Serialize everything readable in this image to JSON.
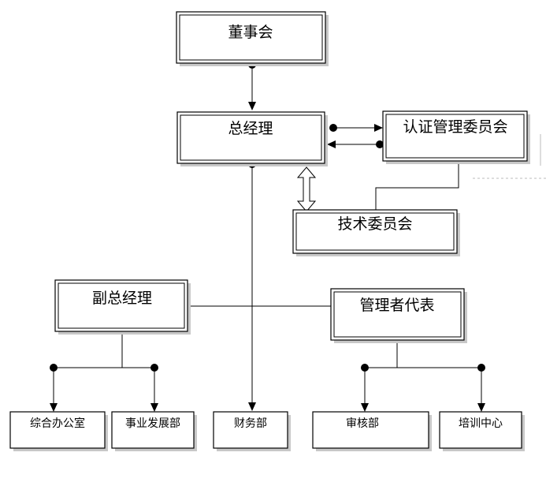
{
  "org": {
    "board": "董事会",
    "gm": "总经理",
    "cert_committee": "认证管理委员会",
    "tech_committee": "技术委员会",
    "deputy_gm": "副总经理",
    "mgmt_rep": "管理者代表",
    "admin_office": "综合办公室",
    "business_dev": "事业发展部",
    "finance": "财务部",
    "audit": "审核部",
    "training": "培训中心"
  }
}
